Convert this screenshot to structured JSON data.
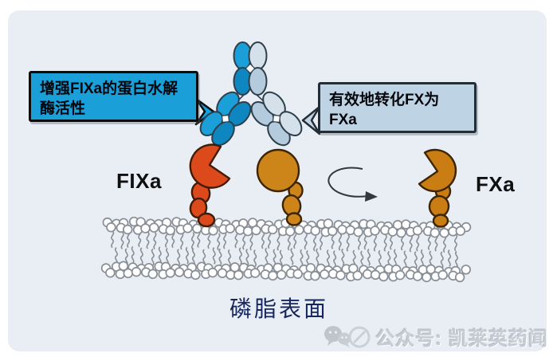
{
  "colors": {
    "panel_bg": "#e9eef4",
    "callout_left_bg": "#1a9fd9",
    "callout_left_border": "#0d0d0d",
    "callout_right_bg": "#bed3e3",
    "callout_right_border": "#242c35",
    "antibody_blue": "#1b9fd8",
    "antibody_blue_dark": "#0e86c0",
    "antibody_light": "#d4e0ea",
    "antibody_light_dark": "#b3cbdc",
    "outline_dark": "#2e3f4c",
    "fixa_orange": "#dc4a1c",
    "fixa_outline": "#401c06",
    "fx_amber": "#cd8519",
    "fxa_amber": "#c97d12",
    "fx_outline": "#3c2504",
    "membrane_stroke": "#878e95",
    "membrane_head_fill": "#fdfdfe",
    "arrow_color": "#33383d",
    "surface_label_color": "#17255f",
    "label_color": "#101010",
    "watermark_color": "#c6ccd4"
  },
  "callouts": {
    "left": {
      "line1": "增强FIXa的蛋白水解",
      "line2": "酶活性"
    },
    "right": {
      "line1": "有效地转化FX为",
      "line2": "FXa"
    }
  },
  "labels": {
    "fixa": "FIXa",
    "fxa": "FXa",
    "surface": "磷脂表面"
  },
  "watermark": {
    "account": "公众号: 凯莱英药闻"
  }
}
